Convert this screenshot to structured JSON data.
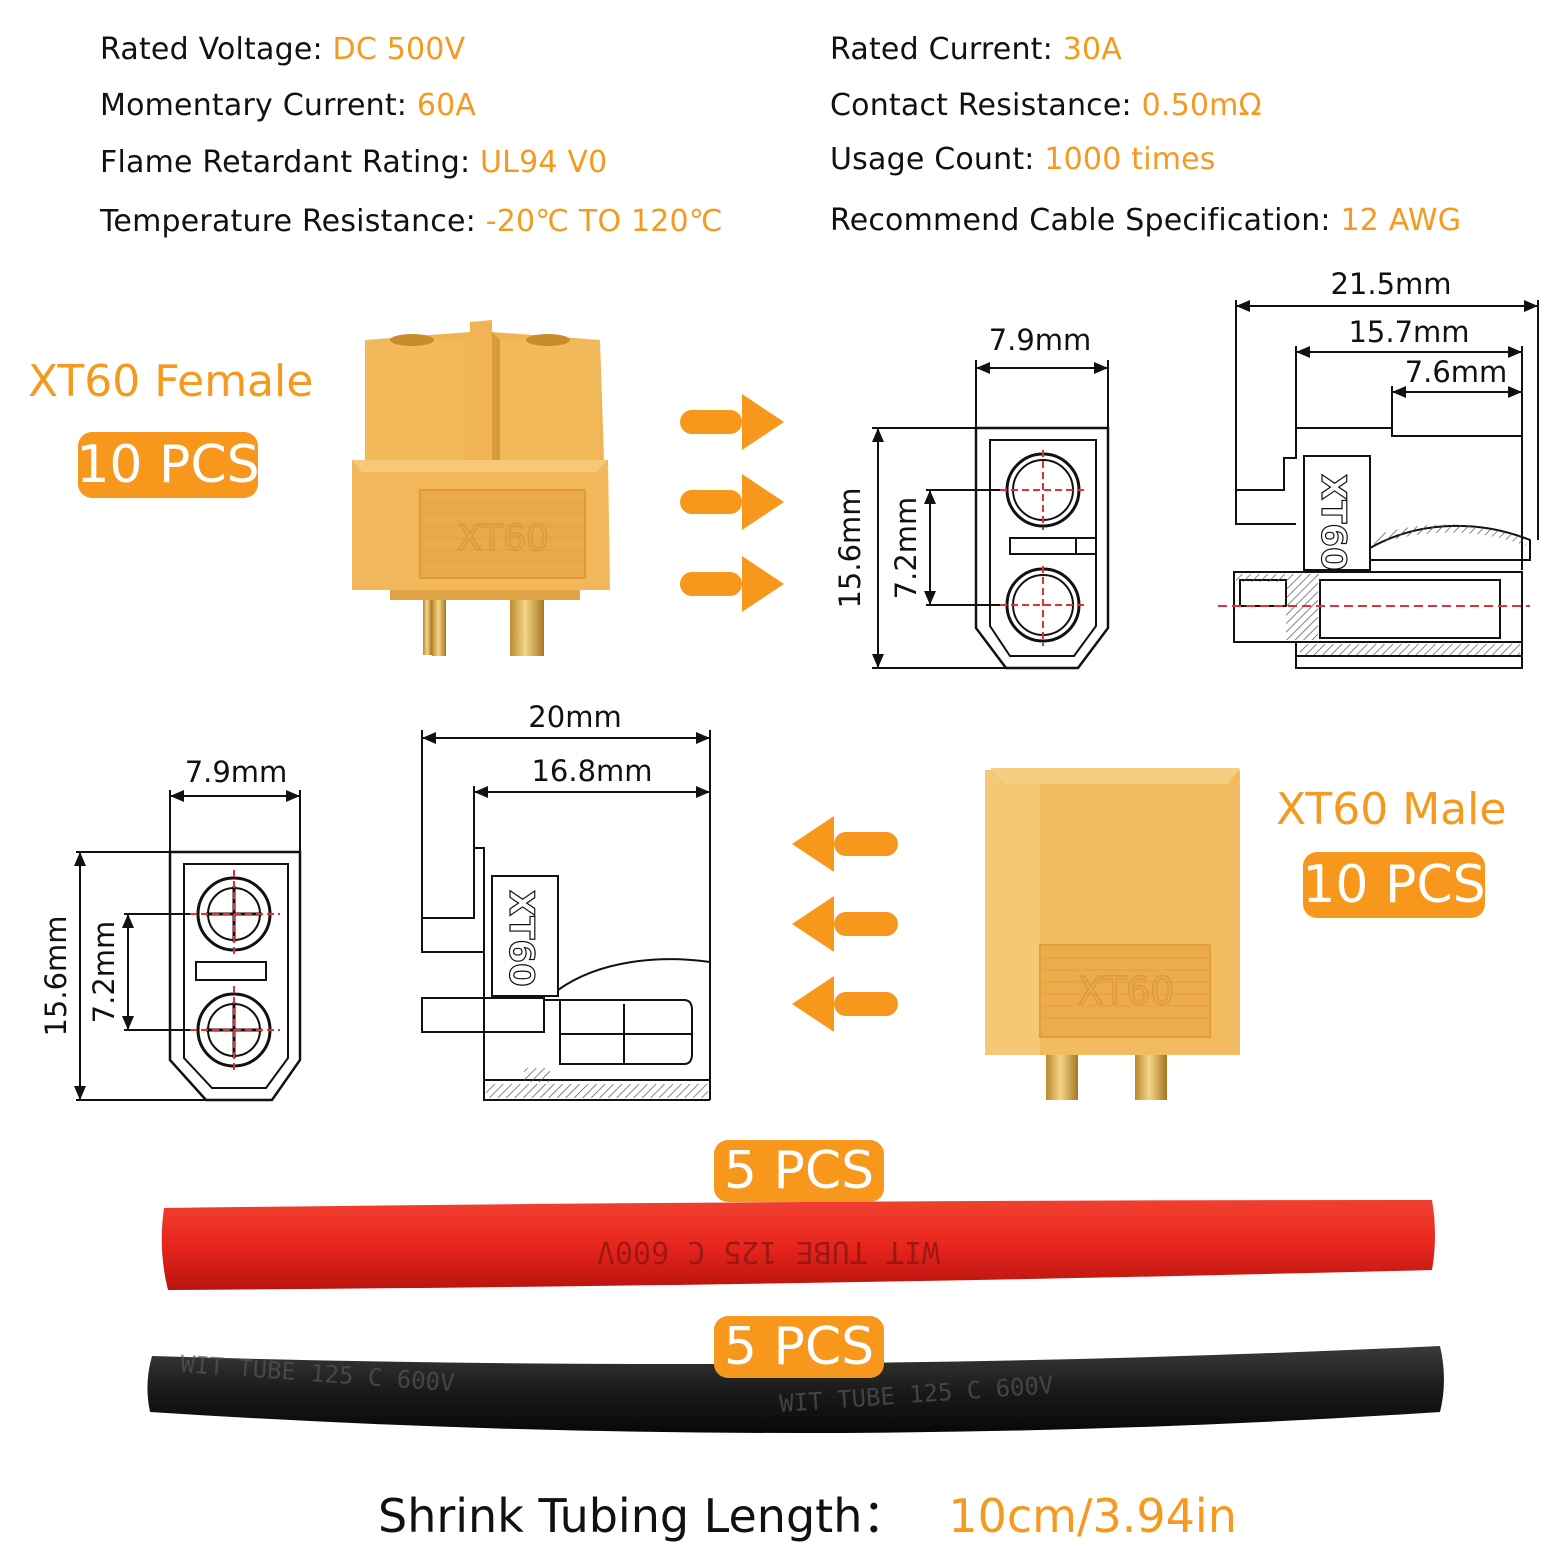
{
  "specs_left": [
    {
      "label": "Rated Voltage: ",
      "value": "DC 500V"
    },
    {
      "label": "Momentary Current: ",
      "value": "60A"
    },
    {
      "label": "Flame Retardant Rating: ",
      "value": "UL94 V0"
    },
    {
      "label": "Temperature Resistance: ",
      "value": "-20℃ TO 120℃"
    }
  ],
  "specs_right": [
    {
      "label": "Rated Current: ",
      "value": "30A"
    },
    {
      "label": "Contact Resistance: ",
      "value": "0.50mΩ"
    },
    {
      "label": "Usage Count: ",
      "value": "1000 times"
    },
    {
      "label": "Recommend Cable Specification: ",
      "value": "12 AWG"
    }
  ],
  "female": {
    "title": "XT60 Female",
    "count": "10 PCS",
    "body_text": "XT60"
  },
  "male": {
    "title": "XT60 Male",
    "count": "10 PCS",
    "body_text": "XT60"
  },
  "female_dims": {
    "width": "7.9mm",
    "height": "15.6mm",
    "pitch": "7.2mm",
    "len_total": "21.5mm",
    "len_mid": "15.7mm",
    "len_short": "7.6mm"
  },
  "male_dims": {
    "width": "7.9mm",
    "height": "15.6mm",
    "pitch": "7.2mm",
    "len_total": "20mm",
    "len_mid": "16.8mm"
  },
  "side_label": "XT60",
  "tubing": {
    "red_count": "5 PCS",
    "black_count": "5 PCS",
    "length_label": "Shrink Tubing Length：",
    "length_value": "10cm/3.94in"
  },
  "colors": {
    "accent": "#f7981d",
    "connector": "#f3b858",
    "tube_red": "#e8261e",
    "tube_black": "#1b1b1b"
  }
}
